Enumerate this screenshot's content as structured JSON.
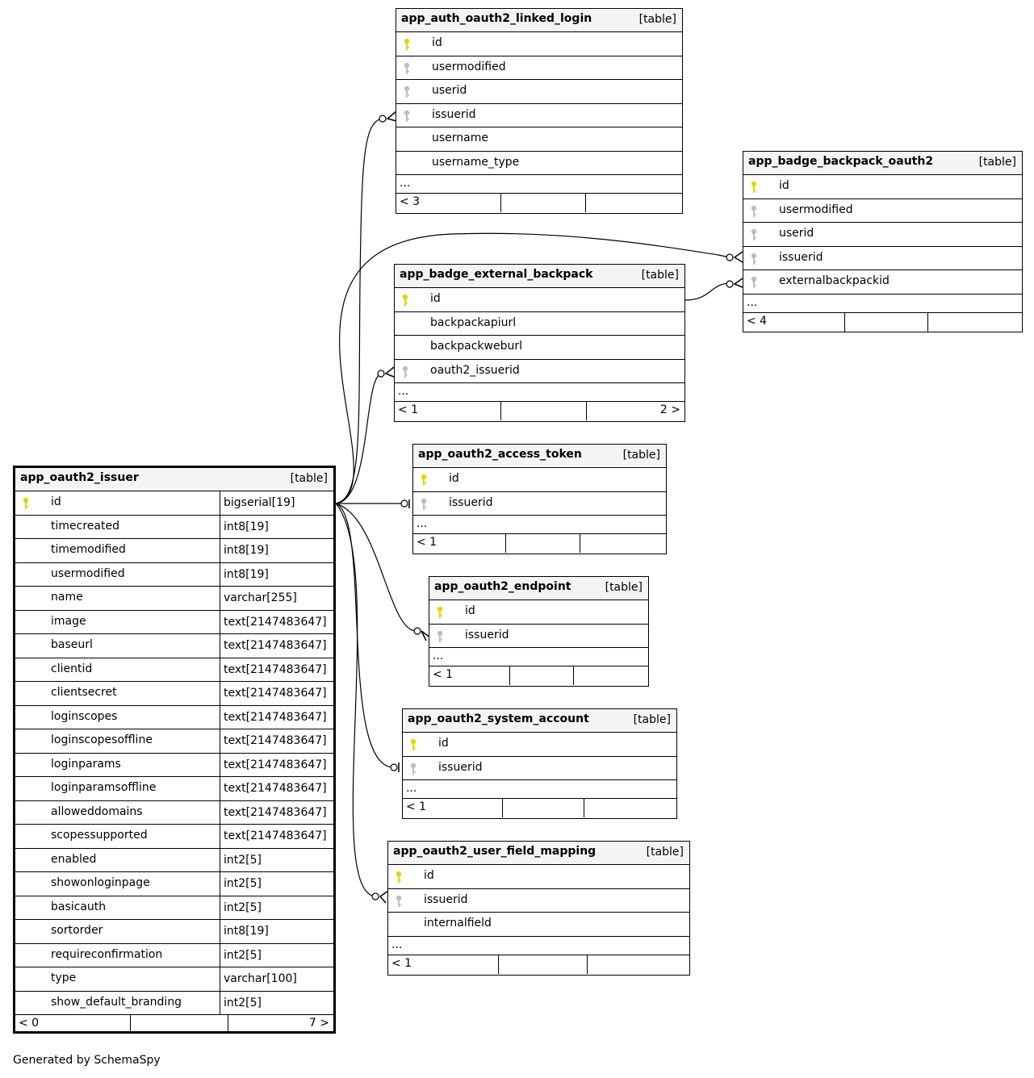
{
  "diagram_tables": {
    "issuer": {
      "name": "app_oauth2_issuer",
      "kind": "[table]",
      "columns": [
        {
          "name": "id",
          "type": "bigserial[19]",
          "key": "primary"
        },
        {
          "name": "timecreated",
          "type": "int8[19]",
          "key": "none"
        },
        {
          "name": "timemodified",
          "type": "int8[19]",
          "key": "none"
        },
        {
          "name": "usermodified",
          "type": "int8[19]",
          "key": "none"
        },
        {
          "name": "name",
          "type": "varchar[255]",
          "key": "none"
        },
        {
          "name": "image",
          "type": "text[2147483647]",
          "key": "none"
        },
        {
          "name": "baseurl",
          "type": "text[2147483647]",
          "key": "none"
        },
        {
          "name": "clientid",
          "type": "text[2147483647]",
          "key": "none"
        },
        {
          "name": "clientsecret",
          "type": "text[2147483647]",
          "key": "none"
        },
        {
          "name": "loginscopes",
          "type": "text[2147483647]",
          "key": "none"
        },
        {
          "name": "loginscopesoffline",
          "type": "text[2147483647]",
          "key": "none"
        },
        {
          "name": "loginparams",
          "type": "text[2147483647]",
          "key": "none"
        },
        {
          "name": "loginparamsoffline",
          "type": "text[2147483647]",
          "key": "none"
        },
        {
          "name": "alloweddomains",
          "type": "text[2147483647]",
          "key": "none"
        },
        {
          "name": "scopessupported",
          "type": "text[2147483647]",
          "key": "none"
        },
        {
          "name": "enabled",
          "type": "int2[5]",
          "key": "none"
        },
        {
          "name": "showonloginpage",
          "type": "int2[5]",
          "key": "none"
        },
        {
          "name": "basicauth",
          "type": "int2[5]",
          "key": "none"
        },
        {
          "name": "sortorder",
          "type": "int8[19]",
          "key": "none"
        },
        {
          "name": "requireconfirmation",
          "type": "int2[5]",
          "key": "none"
        },
        {
          "name": "type",
          "type": "varchar[100]",
          "key": "none"
        },
        {
          "name": "show_default_branding",
          "type": "int2[5]",
          "key": "none"
        }
      ],
      "footer": {
        "left": "< 0",
        "right": "7 >"
      }
    },
    "linked_login": {
      "name": "app_auth_oauth2_linked_login",
      "kind": "[table]",
      "columns": [
        {
          "name": "id",
          "key": "primary"
        },
        {
          "name": "usermodified",
          "key": "foreign"
        },
        {
          "name": "userid",
          "key": "foreign"
        },
        {
          "name": "issuerid",
          "key": "foreign"
        },
        {
          "name": "username",
          "key": "none"
        },
        {
          "name": "username_type",
          "key": "none"
        }
      ],
      "ellipsis": "...",
      "footer": {
        "left": "< 3",
        "right": ""
      }
    },
    "backpack_oauth2": {
      "name": "app_badge_backpack_oauth2",
      "kind": "[table]",
      "columns": [
        {
          "name": "id",
          "key": "primary"
        },
        {
          "name": "usermodified",
          "key": "foreign"
        },
        {
          "name": "userid",
          "key": "foreign"
        },
        {
          "name": "issuerid",
          "key": "foreign"
        },
        {
          "name": "externalbackpackid",
          "key": "foreign"
        }
      ],
      "ellipsis": "...",
      "footer": {
        "left": "< 4",
        "right": ""
      }
    },
    "external_backpack": {
      "name": "app_badge_external_backpack",
      "kind": "[table]",
      "columns": [
        {
          "name": "id",
          "key": "primary"
        },
        {
          "name": "backpackapiurl",
          "key": "none"
        },
        {
          "name": "backpackweburl",
          "key": "none"
        },
        {
          "name": "oauth2_issuerid",
          "key": "foreign"
        }
      ],
      "ellipsis": "...",
      "footer": {
        "left": "< 1",
        "right": "2 >"
      }
    },
    "access_token": {
      "name": "app_oauth2_access_token",
      "kind": "[table]",
      "columns": [
        {
          "name": "id",
          "key": "primary"
        },
        {
          "name": "issuerid",
          "key": "foreign"
        }
      ],
      "ellipsis": "...",
      "footer": {
        "left": "< 1",
        "right": ""
      }
    },
    "endpoint": {
      "name": "app_oauth2_endpoint",
      "kind": "[table]",
      "columns": [
        {
          "name": "id",
          "key": "primary"
        },
        {
          "name": "issuerid",
          "key": "foreign"
        }
      ],
      "ellipsis": "...",
      "footer": {
        "left": "< 1",
        "right": ""
      }
    },
    "system_account": {
      "name": "app_oauth2_system_account",
      "kind": "[table]",
      "columns": [
        {
          "name": "id",
          "key": "primary"
        },
        {
          "name": "issuerid",
          "key": "foreign"
        }
      ],
      "ellipsis": "...",
      "footer": {
        "left": "< 1",
        "right": ""
      }
    },
    "user_field_mapping": {
      "name": "app_oauth2_user_field_mapping",
      "kind": "[table]",
      "columns": [
        {
          "name": "id",
          "key": "primary"
        },
        {
          "name": "issuerid",
          "key": "foreign"
        },
        {
          "name": "internalfield",
          "key": "none"
        }
      ],
      "ellipsis": "...",
      "footer": {
        "left": "< 1",
        "right": ""
      }
    }
  },
  "colors": {
    "primary_key": "#e6d400",
    "foreign_key": "#bdbdbd",
    "header_bg": "#f4f4f4"
  },
  "generated_by": "Generated by SchemaSpy"
}
